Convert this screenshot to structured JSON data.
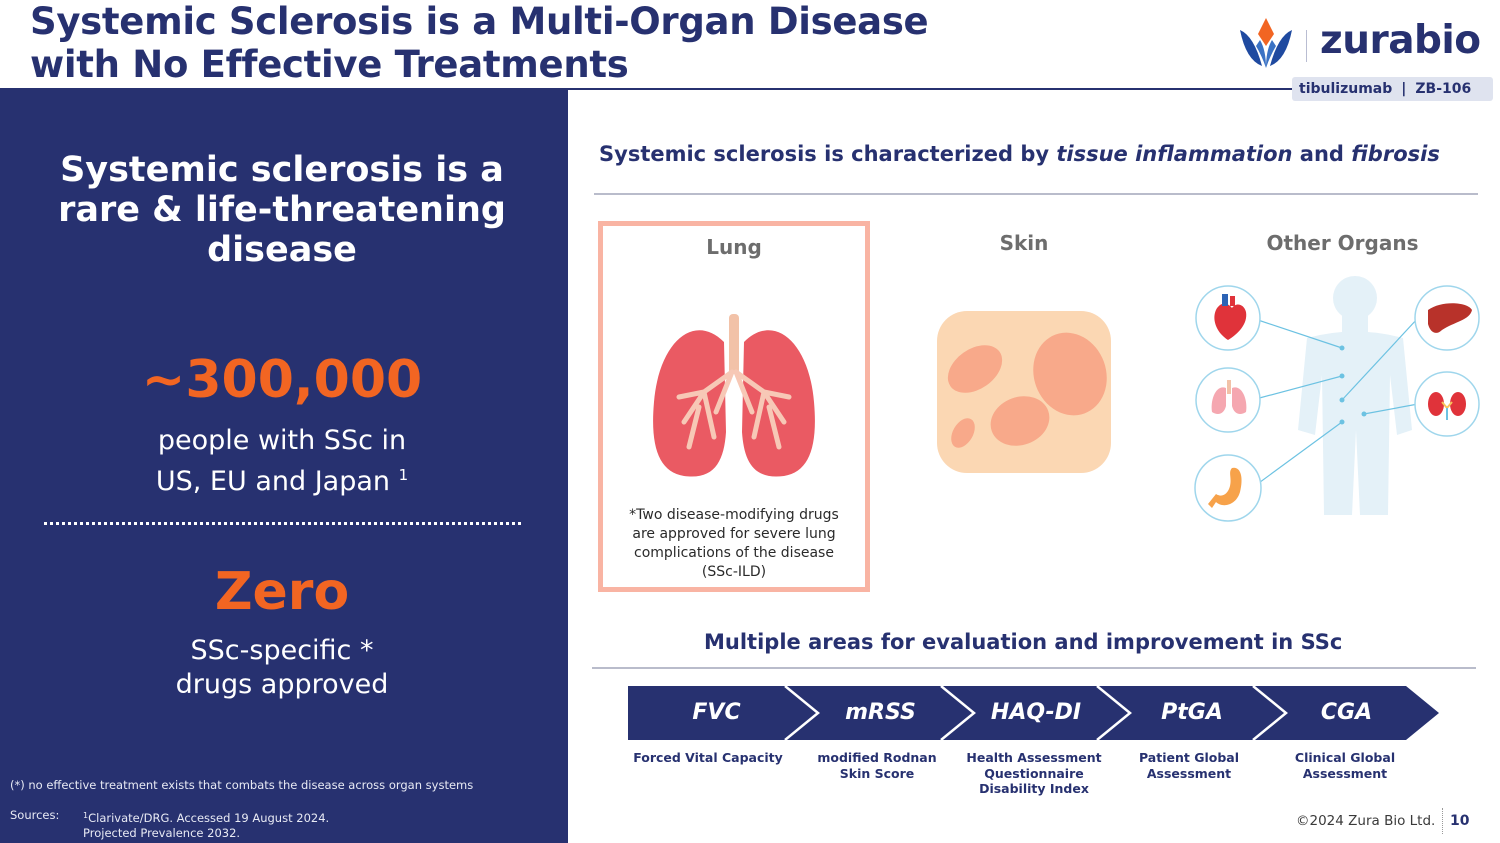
{
  "header": {
    "title_line1": "Systemic Sclerosis is a Multi-Organ Disease",
    "title_line2": "with No Effective Treatments",
    "logo_text": "zurabio",
    "product_name": "tibulizumab",
    "product_sep": "|",
    "product_code": "ZB-106"
  },
  "left_panel": {
    "headline_line1": "Systemic sclerosis is a",
    "headline_line2": "rare & life-threatening",
    "headline_line3": "disease",
    "stat1_value": "~300,000",
    "stat1_line1": "people with SSc in",
    "stat1_line2": "US, EU and Japan",
    "stat1_ref": "1",
    "stat2_value": "Zero",
    "stat2_line1": "SSc-specific *",
    "stat2_line2": "drugs approved",
    "footnote": "(*) no effective treatment exists that combats the disease across organ systems",
    "sources_label": "Sources:",
    "sources_ref": "1",
    "sources_line1": "Clarivate/DRG. Accessed 19 August 2024.",
    "sources_line2": "Projected  Prevalence  2032."
  },
  "organs_section": {
    "title_pre": "Systemic sclerosis is characterized by ",
    "title_em1": "tissue inflammation",
    "title_mid": " and ",
    "title_em2": "fibrosis",
    "lung_label": "Lung",
    "skin_label": "Skin",
    "other_label": "Other Organs",
    "lung_note": "*Two disease-modifying drugs are approved for severe lung complications of the disease (SSc-ILD)"
  },
  "evaluation_section": {
    "title": "Multiple areas for evaluation and improvement in SSc",
    "items": [
      {
        "abbr": "FVC",
        "desc": "Forced Vital Capacity"
      },
      {
        "abbr": "mRSS",
        "desc": "modified Rodnan Skin Score"
      },
      {
        "abbr": "HAQ-DI",
        "desc": "Health Assessment Questionnaire Disability Index"
      },
      {
        "abbr": "PtGA",
        "desc": "Patient Global Assessment"
      },
      {
        "abbr": "CGA",
        "desc": "Clinical Global Assessment"
      }
    ]
  },
  "footer": {
    "copyright": "©2024 Zura Bio Ltd.",
    "page_number": "10"
  },
  "colors": {
    "navy": "#273170",
    "orange": "#f26522",
    "lung_red": "#ea5a63",
    "card_border": "#f9b4a3"
  }
}
